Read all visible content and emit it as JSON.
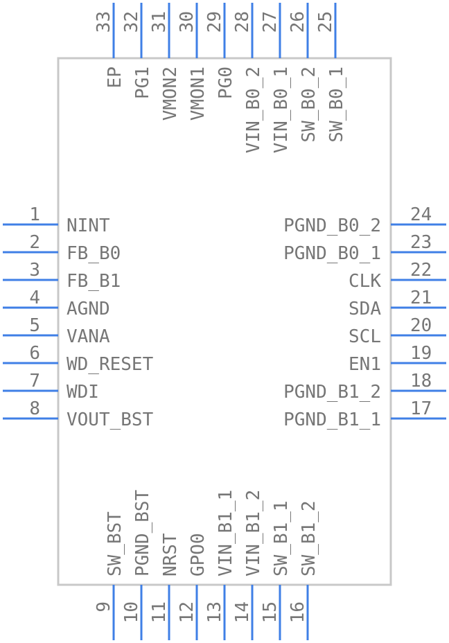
{
  "component": {
    "left_pins": [
      {
        "num": "1",
        "name": "NINT"
      },
      {
        "num": "2",
        "name": "FB_B0"
      },
      {
        "num": "3",
        "name": "FB_B1"
      },
      {
        "num": "4",
        "name": "AGND"
      },
      {
        "num": "5",
        "name": "VANA"
      },
      {
        "num": "6",
        "name": "WD_RESET"
      },
      {
        "num": "7",
        "name": "WDI"
      },
      {
        "num": "8",
        "name": "VOUT_BST"
      }
    ],
    "bottom_pins": [
      {
        "num": "9",
        "name": "SW_BST"
      },
      {
        "num": "10",
        "name": "PGND_BST"
      },
      {
        "num": "11",
        "name": "NRST"
      },
      {
        "num": "12",
        "name": "GPO0"
      },
      {
        "num": "13",
        "name": "VIN_B1_1"
      },
      {
        "num": "14",
        "name": "VIN_B1_2"
      },
      {
        "num": "15",
        "name": "SW_B1_1"
      },
      {
        "num": "16",
        "name": "SW_B1_2"
      }
    ],
    "right_pins": [
      {
        "num": "17",
        "name": "PGND_B1_1"
      },
      {
        "num": "18",
        "name": "PGND_B1_2"
      },
      {
        "num": "19",
        "name": "EN1"
      },
      {
        "num": "20",
        "name": "SCL"
      },
      {
        "num": "21",
        "name": "SDA"
      },
      {
        "num": "22",
        "name": "CLK"
      },
      {
        "num": "23",
        "name": "PGND_B0_1"
      },
      {
        "num": "24",
        "name": "PGND_B0_2"
      }
    ],
    "top_pins": [
      {
        "num": "25",
        "name": "SW_B0_1"
      },
      {
        "num": "26",
        "name": "SW_B0_2"
      },
      {
        "num": "27",
        "name": "VIN_B0_1"
      },
      {
        "num": "28",
        "name": "VIN_B0_2"
      },
      {
        "num": "29",
        "name": "PG0"
      },
      {
        "num": "30",
        "name": "VMON1"
      },
      {
        "num": "31",
        "name": "VMON2"
      },
      {
        "num": "32",
        "name": "PG1"
      },
      {
        "num": "33",
        "name": "EP"
      }
    ],
    "colors": {
      "pin": "#3f7fe6",
      "outline": "#c8c8c8",
      "text": "#767676"
    }
  }
}
